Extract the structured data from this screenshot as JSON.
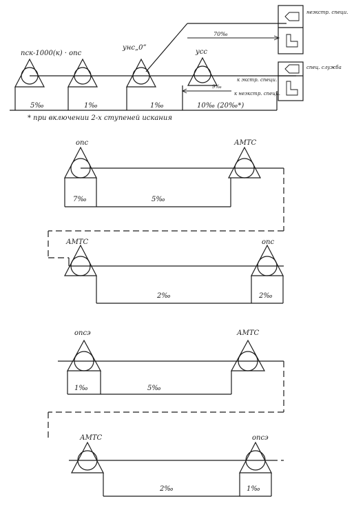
{
  "diagram1": {
    "nodes": [
      "пск-1000(к) · опс",
      "унс„0”",
      "усс"
    ],
    "segments": [
      "5‰",
      "1‰",
      "1‰",
      "10‰ (20‰*)"
    ],
    "upper_segment": "70‰",
    "small_segment": "9‰",
    "route_labels": [
      "к экстр. специ.",
      "к неэкстр. специ."
    ],
    "footnote": "* при включении 2-х ступеней искания",
    "boxes": [
      {
        "top": "неэкстр. специ."
      },
      {
        "top": "спец. служба"
      }
    ]
  },
  "diagram2": {
    "top_nodes": [
      "опс",
      "АМТС"
    ],
    "top_segments": [
      "7‰",
      "5‰"
    ],
    "bottom_nodes": [
      "АМТС",
      "опс"
    ],
    "bottom_segments": [
      "2‰",
      "2‰"
    ]
  },
  "diagram3": {
    "top_nodes": [
      "опсэ",
      "АМТС"
    ],
    "top_segments": [
      "1‰",
      "5‰"
    ],
    "bottom_nodes": [
      "АМТС",
      "опсэ"
    ],
    "bottom_segments": [
      "2‰",
      "1‰"
    ]
  }
}
